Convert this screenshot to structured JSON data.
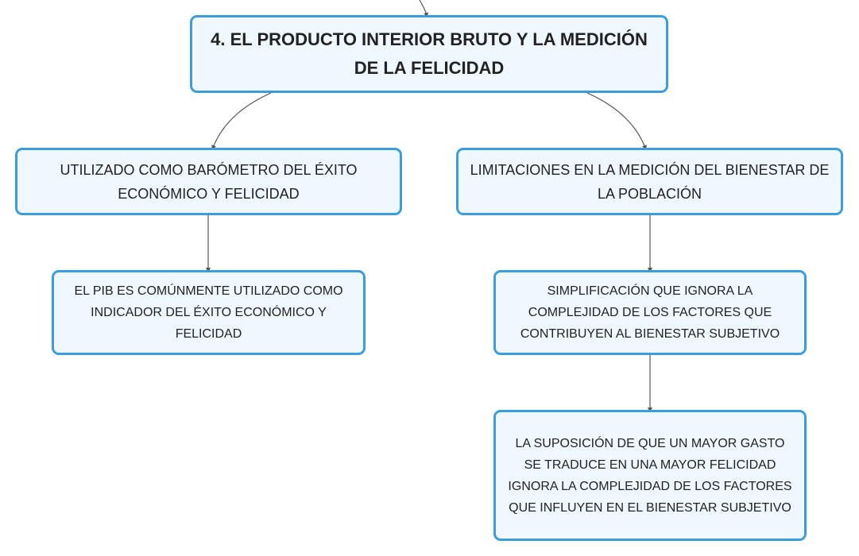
{
  "colors": {
    "node_border": "#3c9ddc",
    "node_fill": "#f0f8ff",
    "text": "#222222",
    "connector": "#555555"
  },
  "diagram": {
    "type": "mind-map",
    "root": {
      "label": "4. EL PRODUCTO INTERIOR BRUTO Y LA MEDICIÓN DE LA FELICIDAD",
      "lines": [
        "4. EL PRODUCTO INTERIOR BRUTO Y LA MEDICIÓN",
        "DE LA FELICIDAD"
      ]
    },
    "branches": [
      {
        "label": "UTILIZADO COMO BARÓMETRO DEL ÉXITO ECONÓMICO Y FELICIDAD",
        "lines": [
          "UTILIZADO COMO BARÓMETRO DEL ÉXITO",
          "ECONÓMICO Y FELICIDAD"
        ],
        "children": [
          {
            "label": "EL PIB ES COMÚNMENTE UTILIZADO COMO INDICADOR DEL ÉXITO ECONÓMICO Y FELICIDAD",
            "lines": [
              "EL PIB ES COMÚNMENTE UTILIZADO COMO",
              "INDICADOR DEL ÉXITO ECONÓMICO Y",
              "FELICIDAD"
            ]
          }
        ]
      },
      {
        "label": "LIMITACIONES EN LA MEDICIÓN DEL BIENESTAR DE LA POBLACIÓN",
        "lines": [
          "LIMITACIONES EN LA MEDICIÓN DEL BIENESTAR DE",
          "LA POBLACIÓN"
        ],
        "children": [
          {
            "label": "SIMPLIFICACIÓN QUE IGNORA LA COMPLEJIDAD DE LOS FACTORES QUE CONTRIBUYEN AL BIENESTAR SUBJETIVO",
            "lines": [
              "SIMPLIFICACIÓN QUE IGNORA LA",
              "COMPLEJIDAD DE LOS FACTORES QUE",
              "CONTRIBUYEN AL BIENESTAR SUBJETIVO"
            ],
            "children": [
              {
                "label": "LA SUPOSICIÓN DE QUE UN MAYOR GASTO SE TRADUCE EN UNA MAYOR FELICIDAD IGNORA LA COMPLEJIDAD DE LOS FACTORES QUE INFLUYEN EN EL BIENESTAR SUBJETIVO",
                "lines": [
                  "LA SUPOSICIÓN DE QUE UN MAYOR GASTO",
                  "SE TRADUCE EN UNA MAYOR FELICIDAD",
                  "IGNORA LA COMPLEJIDAD DE LOS FACTORES",
                  "QUE INFLUYEN EN EL BIENESTAR SUBJETIVO"
                ]
              }
            ]
          }
        ]
      }
    ]
  }
}
